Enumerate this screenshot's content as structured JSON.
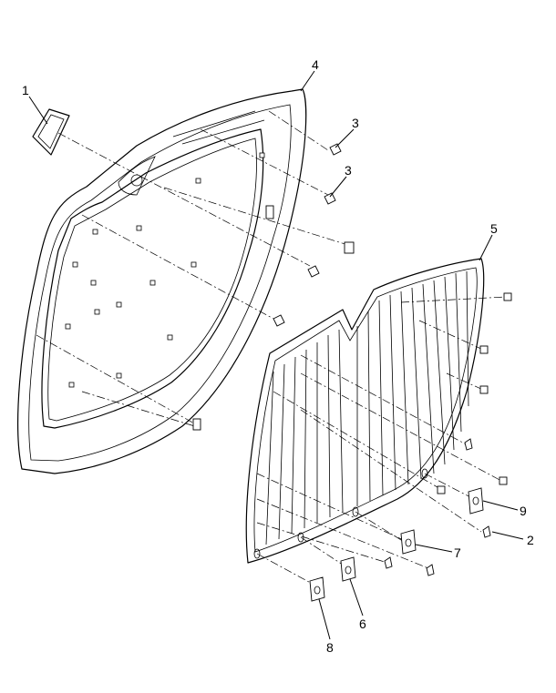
{
  "diagram": {
    "callouts": [
      {
        "id": "c1",
        "label": "1"
      },
      {
        "id": "c2",
        "label": "2"
      },
      {
        "id": "c3a",
        "label": "3"
      },
      {
        "id": "c3b",
        "label": "3"
      },
      {
        "id": "c4",
        "label": "4"
      },
      {
        "id": "c5",
        "label": "5"
      },
      {
        "id": "c6",
        "label": "6"
      },
      {
        "id": "c7",
        "label": "7"
      },
      {
        "id": "c8",
        "label": "8"
      },
      {
        "id": "c9",
        "label": "9"
      }
    ],
    "colors": {
      "line": "#000000",
      "background": "#ffffff"
    }
  }
}
